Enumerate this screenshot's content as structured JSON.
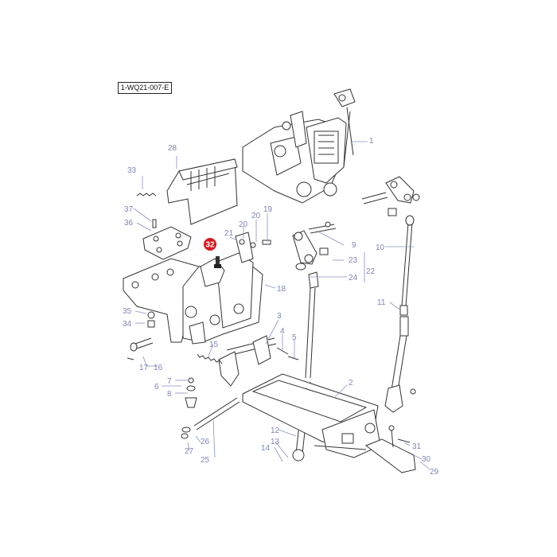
{
  "diagram": {
    "reference_code": "1-WQ21-007-E",
    "highlight_color": "#d71920",
    "label_color": "#7f86b8",
    "highlighted_part": "32",
    "labels": [
      "1",
      "2",
      "3",
      "4",
      "5",
      "6",
      "7",
      "8",
      "9",
      "10",
      "11",
      "12",
      "13",
      "14",
      "15",
      "16",
      "17",
      "18",
      "19",
      "20",
      "20",
      "21",
      "22",
      "23",
      "24",
      "25",
      "26",
      "27",
      "28",
      "29",
      "30",
      "31",
      "33",
      "34",
      "35",
      "36",
      "37"
    ]
  }
}
